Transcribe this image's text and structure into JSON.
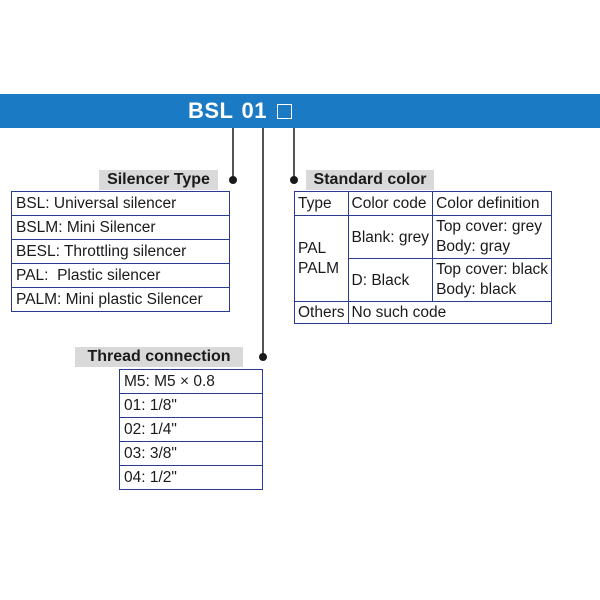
{
  "model_code": {
    "prefix": "BSL",
    "size": "01"
  },
  "silencer_type": {
    "heading": "Silencer Type",
    "items": [
      "BSL: Universal silencer",
      "BSLM: Mini Silencer",
      "BESL: Throttling silencer",
      "PAL:  Plastic silencer",
      "PALM: Mini plastic Silencer"
    ]
  },
  "thread_connection": {
    "heading": "Thread connection",
    "items": [
      "M5: M5 × 0.8",
      "01: 1/8\"",
      "02: 1/4\"",
      "03: 3/8\"",
      "04: 1/2\""
    ]
  },
  "standard_color": {
    "heading": "Standard color",
    "headers": [
      "Type",
      "Color code",
      "Color definition"
    ],
    "type_lines": [
      "PAL",
      "PALM"
    ],
    "rows": [
      {
        "code": "Blank: grey",
        "definition": [
          "Top cover: grey",
          "Body: gray"
        ]
      },
      {
        "code": "D: Black",
        "definition": [
          "Top cover: black",
          "Body: black"
        ]
      }
    ],
    "others": {
      "type": "Others",
      "code": "No such code"
    }
  },
  "colors": {
    "banner": "#1a7ac4",
    "table_border": "#2b3b8f",
    "label_background": "#d9d9d9",
    "line": "#1a1a1a"
  }
}
